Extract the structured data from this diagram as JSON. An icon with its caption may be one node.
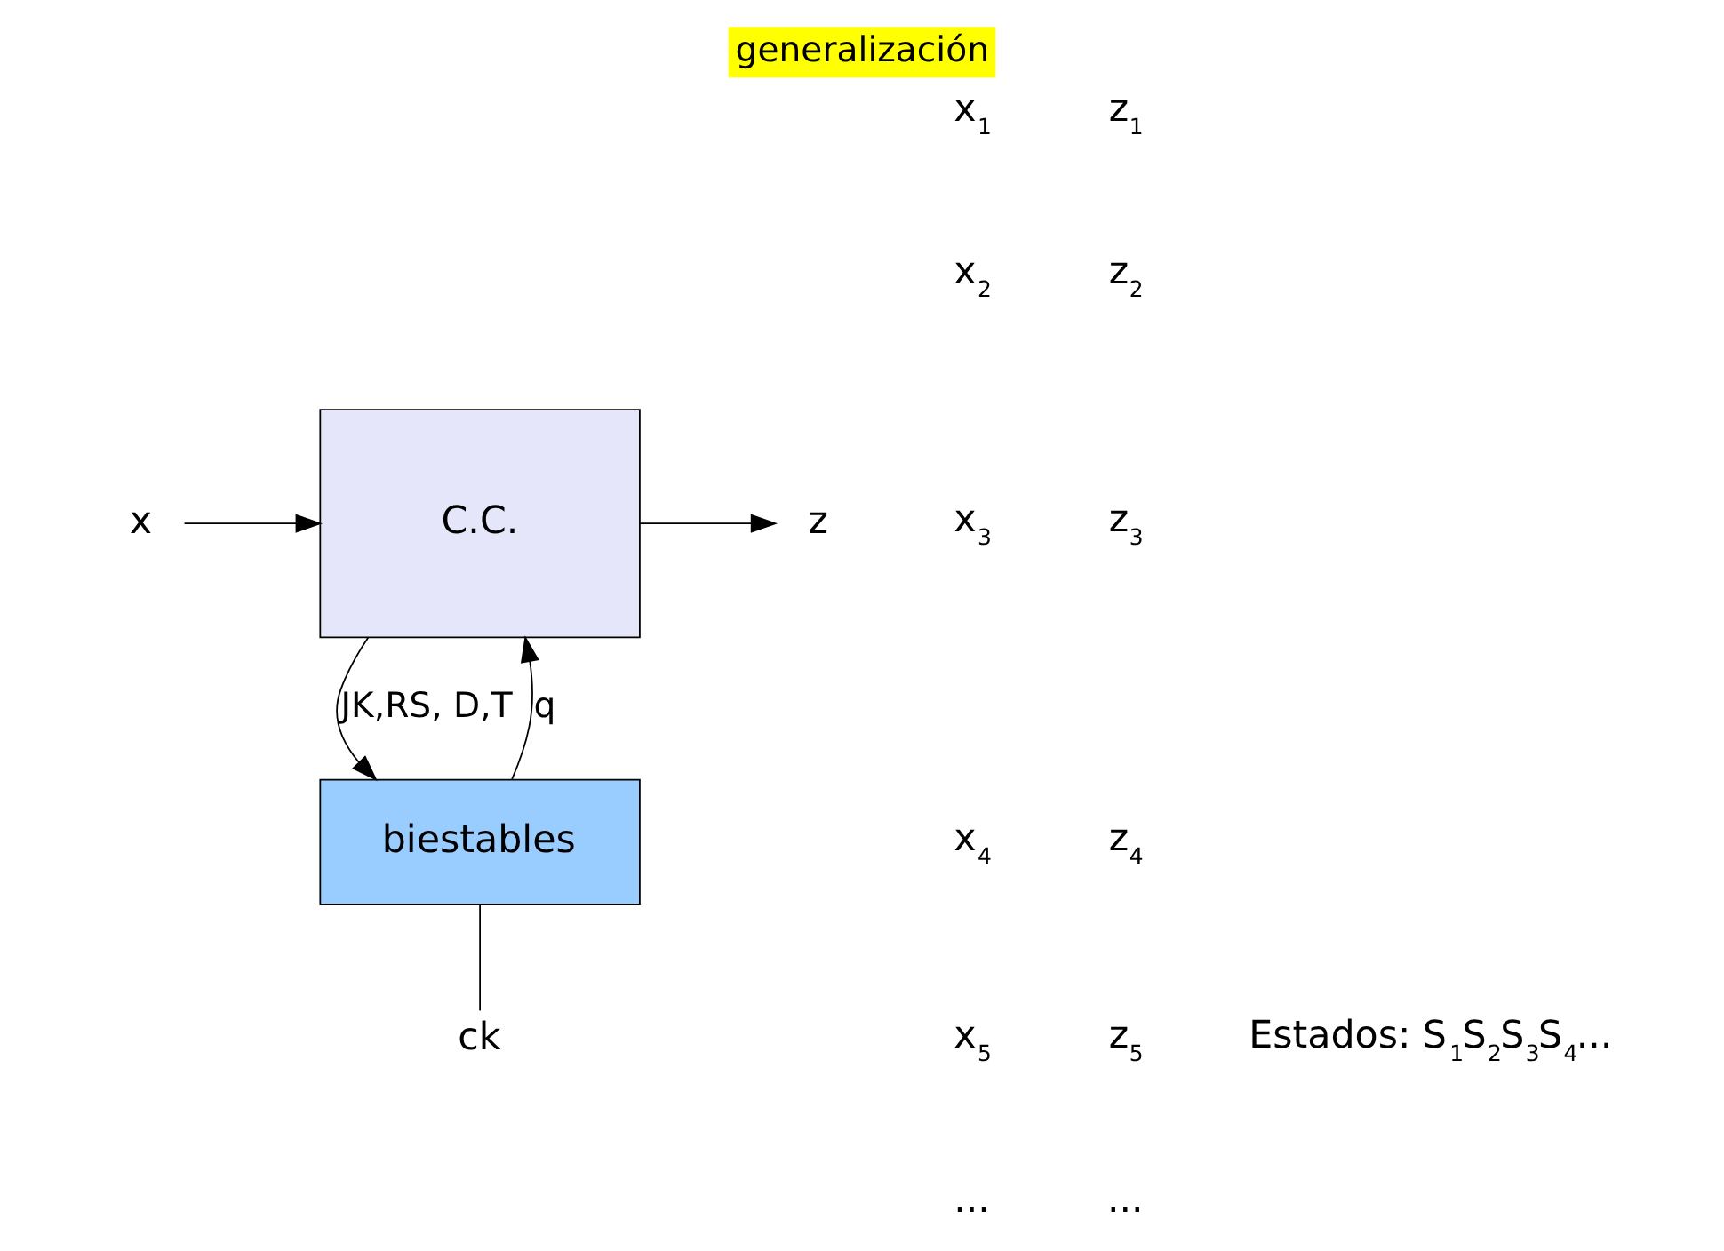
{
  "diagram": {
    "title": "generalización",
    "nodes": [
      {
        "text": [
          "C.C."
        ]
      },
      {
        "text": [
          "biestables"
        ]
      },
      {
        "text": [
          "x"
        ]
      },
      {
        "text": [
          "z"
        ]
      },
      {
        "text": [
          "ck"
        ]
      }
    ],
    "edges": [
      {
        "from": 2,
        "to": 0,
        "arrow": "to"
      },
      {
        "from": 0,
        "to": 3,
        "arrow": "to"
      },
      {
        "from": 1,
        "to": 0,
        "arrow": "to",
        "label": "q"
      },
      {
        "from": 0,
        "to": 1,
        "arrow": "to",
        "label": "JK,RS, D,T"
      },
      {
        "from": 1,
        "to": 4,
        "arrow": "none"
      }
    ],
    "labels": [
      "x$_{1}$",
      "x$_{2}$",
      "x$_{3}$",
      "x$_{4}$",
      "x$_{5}$",
      "...",
      "z$_{1}$",
      "z$_{2}$",
      "z$_{3}$",
      "z$_{4}$",
      "z$_{5}$",
      "...",
      "Estados: S$_{1}$S$_{2}$S$_{3}$S$_{4}$..."
    ]
  }
}
